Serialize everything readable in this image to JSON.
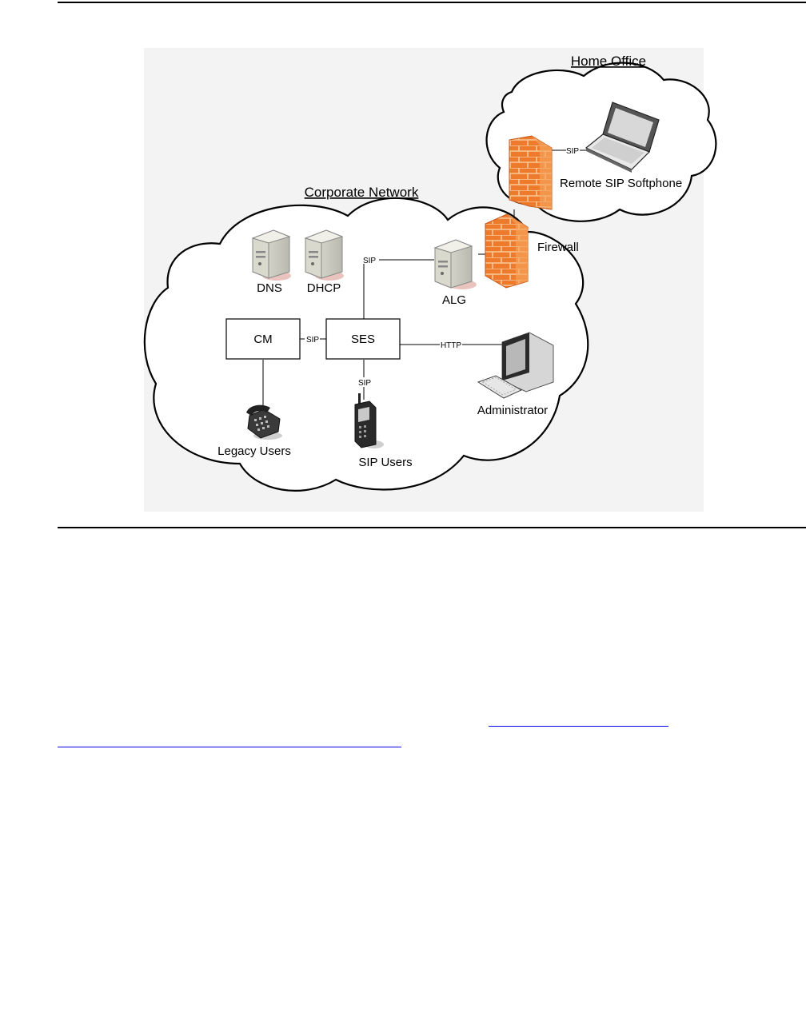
{
  "clouds": {
    "home": {
      "title": "Home Office"
    },
    "corporate": {
      "title": "Corporate Network"
    }
  },
  "nodes": {
    "dns": "DNS",
    "dhcp": "DHCP",
    "alg": "ALG",
    "firewall": "Firewall",
    "remote_softphone": "Remote SIP Softphone",
    "cm": "CM",
    "ses": "SES",
    "administrator": "Administrator",
    "legacy_users": "Legacy Users",
    "sip_users": "SIP Users"
  },
  "connections": {
    "ses_alg": "SIP",
    "cm_ses": "SIP",
    "ses_sip_users": "SIP",
    "ses_admin": "HTTP",
    "firewall_laptop": "SIP"
  },
  "icons": {
    "server": "server-icon",
    "firewall": "firewall-icon",
    "laptop": "laptop-icon",
    "monitor": "monitor-icon",
    "keyboard": "keyboard-icon",
    "phone": "desk-phone-icon",
    "mobile": "mobile-phone-icon"
  },
  "colors": {
    "firewall_brick": "#e8722a",
    "cloud_fill": "#ffffff",
    "diagram_bg": "#f3f3f3",
    "link": "#0000ee"
  }
}
